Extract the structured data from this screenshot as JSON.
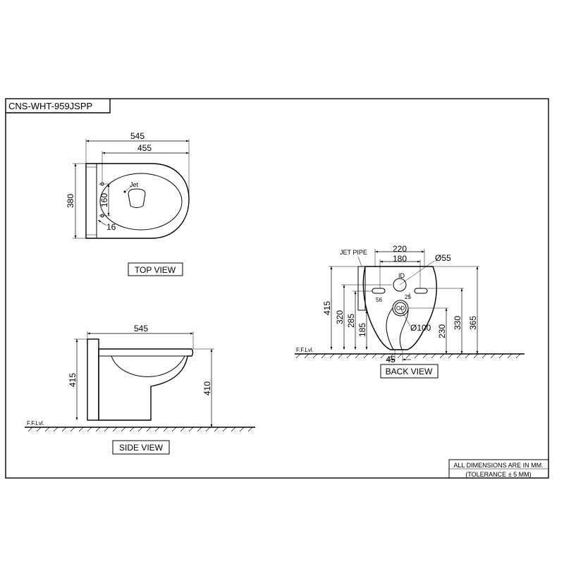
{
  "sheet": {
    "model_code": "CNS-WHT-959JSPP",
    "note_line1": "ALL DIMENSIONS ARE IN MM.",
    "note_line2": "(TOLERANCE ± 5 MM)"
  },
  "top_view": {
    "label": "TOP VIEW",
    "dim_overall_length": "545",
    "dim_inner_length": "455",
    "dim_width": "380",
    "dim_hole_spacing": "160",
    "dim_hole_dia": "16",
    "jet_label": "Jet"
  },
  "side_view": {
    "label": "SIDE VIEW",
    "dim_length": "545",
    "dim_height": "415",
    "dim_rim_height": "410",
    "floor_label": "F.F.Lvl."
  },
  "back_view": {
    "label": "BACK VIEW",
    "jet_pipe_label": "JET PIPE",
    "dim_top_outer": "220",
    "dim_top_inner": "180",
    "dim_inlet_dia": "Ø55",
    "dim_outlet_dia": "Ø100",
    "inlet_label": "ID",
    "outlet_label": "OD",
    "dim_415": "415",
    "dim_320": "320",
    "dim_285": "285",
    "dim_185": "185",
    "dim_230": "230",
    "dim_330": "330",
    "dim_365": "365",
    "dim_56": "56",
    "dim_25": "25",
    "dim_45": "45",
    "floor_label": "F.F.Lvl."
  }
}
